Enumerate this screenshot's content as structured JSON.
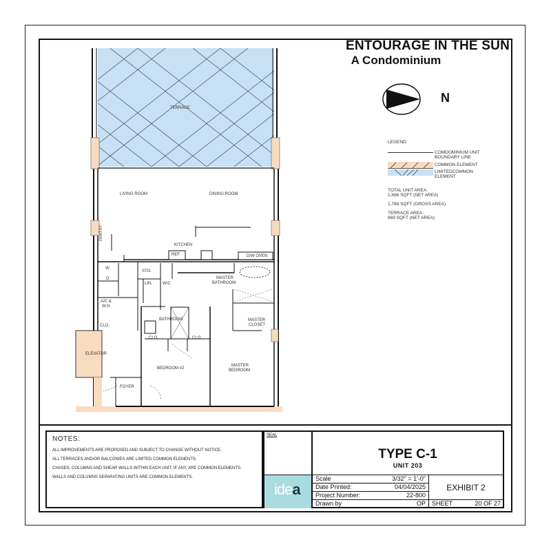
{
  "header": {
    "project_title": "ENTOURAGE IN THE SUN",
    "project_subtitle": "A Condominium",
    "north_label": "N",
    "north_arrow_icon": "north-arrow-icon"
  },
  "legend": {
    "title": "LEGEND:",
    "items": [
      {
        "label_line1": "COMDOMINIUM UNIT",
        "label_line2": "BOUNDARY LINE",
        "swatch": "line"
      },
      {
        "label_line1": "COMMON ELEMENT",
        "label_line2": "",
        "swatch": "#f8dcc0"
      },
      {
        "label_line1": "LIMITEDCOMMON",
        "label_line2": "ELEMENT",
        "swatch": "#c8e0f4"
      }
    ],
    "total_unit_area_label": "TOTAL UNIT AREA:",
    "net_area": "1,696 SQFT (NET AREA)",
    "gross_area": "1,788 SQFT (GROSS AREA)",
    "terrace_area_label": "TERRACE AREA:",
    "terrace_area": "869 SQFT (NET AREA)"
  },
  "floor_plan": {
    "colors": {
      "limited_common": "#c8e0f4",
      "common": "#f8dcc0",
      "wall": "#111111"
    },
    "rooms": {
      "terrace": "TERRACE",
      "living_room": "LIVING ROOM",
      "dining_room": "DINING ROOM",
      "kitchen": "KITCHEN",
      "pantry": "PANTRY",
      "ref": "REF.",
      "dw_oven": "D/W OVEN",
      "w": "W",
      "d": "D",
      "sto": "STO.",
      "lin": "LIN.",
      "wc": "W/C",
      "master_bathroom_1": "MASTER",
      "master_bathroom_2": "BATHROOM",
      "ac_wh_1": "A/C &",
      "ac_wh_2": "W.H.",
      "bathroom": "BATHROOM",
      "master_closet_1": "MASTER",
      "master_closet_2": "CLOSET",
      "clo_1": "CLO.",
      "clo_2": "CLO.",
      "clo_3": "CLO.",
      "elevator": "ELEVATOR",
      "bedroom2": "BEDROOM #2",
      "master_bedroom_1": "MASTER",
      "master_bedroom_2": "BEDROOM",
      "foyer": "FOYER"
    }
  },
  "notes": {
    "title": "NOTES:",
    "items": [
      "ALL IMPROVEMENTS ARE PROPOSED AND SUBJECT TO CHANGE WITHOUT NOTICE.",
      "ALL TERRACES AND/OR BALCONIES ARE LIMITED COMMON ELEMENTS.",
      "CHASES, COLUMNS AND SHEAR WALLS WITHIN EACH UNIT, IF ANY, ARE COMMON ELEMENTS.",
      "WALLS AND COLUMNS SEPARATING UNITS ARE COMMON ELEMENTS."
    ]
  },
  "title_block": {
    "seal_label": "SEAL",
    "logo_text_light": "ide",
    "logo_text_bold": "a",
    "logo_color": "#a9dbe0",
    "type": "TYPE C-1",
    "unit": "UNIT 203",
    "rows": [
      {
        "key": "Scale",
        "value": "3/32\" = 1'-0\""
      },
      {
        "key": "Date Printed:",
        "value": "04/04/2025"
      },
      {
        "key": "Project Number:",
        "value": "22-800"
      },
      {
        "key": "Drawn by",
        "value": "OP"
      }
    ],
    "exhibit": "EXHIBIT 2",
    "sheet_label": "SHEET",
    "sheet_value": "20 OF 27"
  }
}
